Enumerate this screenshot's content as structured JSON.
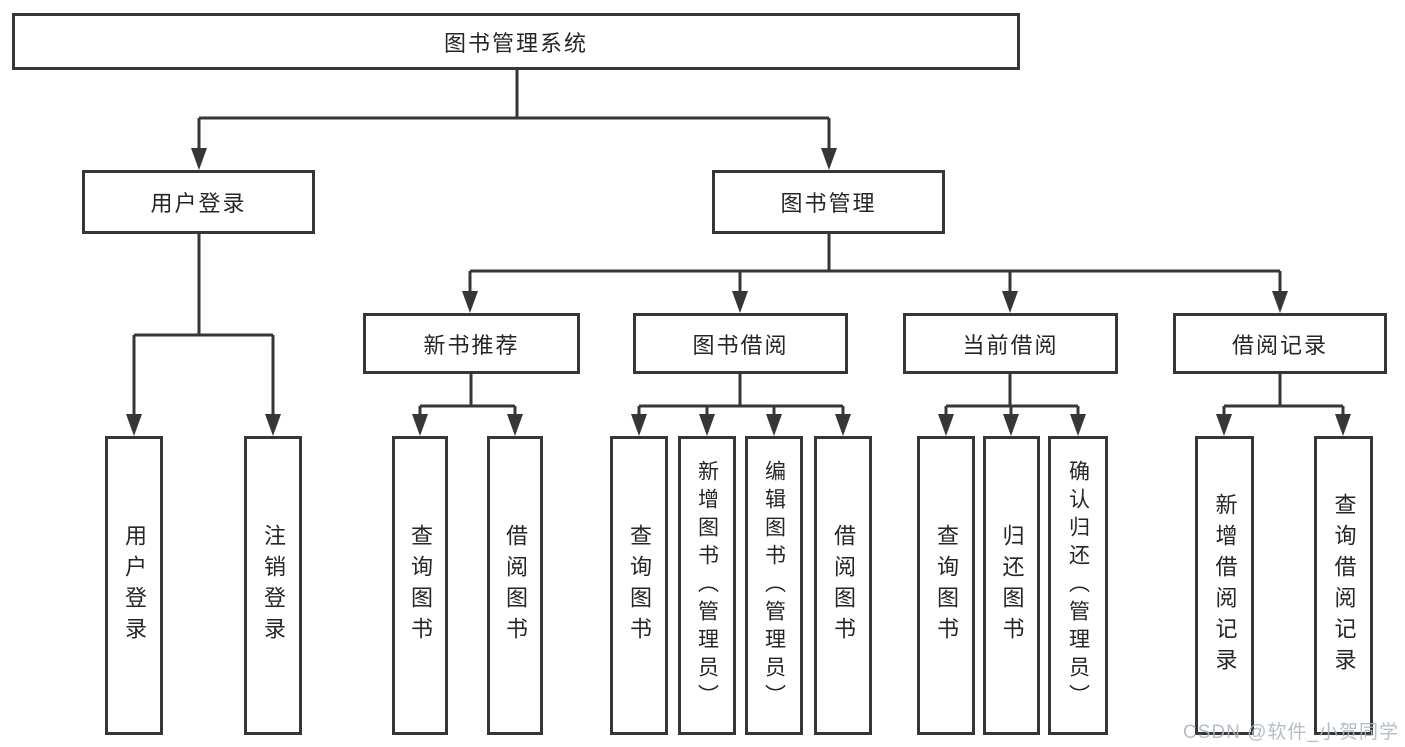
{
  "diagram": {
    "root": {
      "label": "图书管理系统"
    },
    "level2": [
      {
        "label": "用户登录"
      },
      {
        "label": "图书管理"
      }
    ],
    "level3": [
      {
        "label": "新书推荐",
        "parent": "图书管理"
      },
      {
        "label": "图书借阅",
        "parent": "图书管理"
      },
      {
        "label": "当前借阅",
        "parent": "图书管理"
      },
      {
        "label": "借阅记录",
        "parent": "图书管理"
      }
    ],
    "leaves": [
      {
        "label": "用户登录",
        "parent": "用户登录"
      },
      {
        "label": "注销登录",
        "parent": "用户登录"
      },
      {
        "label": "查询图书",
        "parent": "新书推荐"
      },
      {
        "label": "借阅图书",
        "parent": "新书推荐"
      },
      {
        "label": "查询图书",
        "parent": "图书借阅"
      },
      {
        "label": "新增图书（管理员）",
        "parent": "图书借阅"
      },
      {
        "label": "编辑图书（管理员）",
        "parent": "图书借阅"
      },
      {
        "label": "借阅图书",
        "parent": "图书借阅"
      },
      {
        "label": "查询图书",
        "parent": "当前借阅"
      },
      {
        "label": "归还图书",
        "parent": "当前借阅"
      },
      {
        "label": "确认归还（管理员）",
        "parent": "当前借阅"
      },
      {
        "label": "新增借阅记录",
        "parent": "借阅记录"
      },
      {
        "label": "查询借阅记录",
        "parent": "借阅记录"
      }
    ],
    "colors": {
      "line": "#363636",
      "box_border": "#363636",
      "text": "#262626",
      "background": "#ffffff",
      "watermark": "#aeb6c2"
    }
  },
  "watermark": {
    "text": "CSDN @软件_小贺同学"
  }
}
